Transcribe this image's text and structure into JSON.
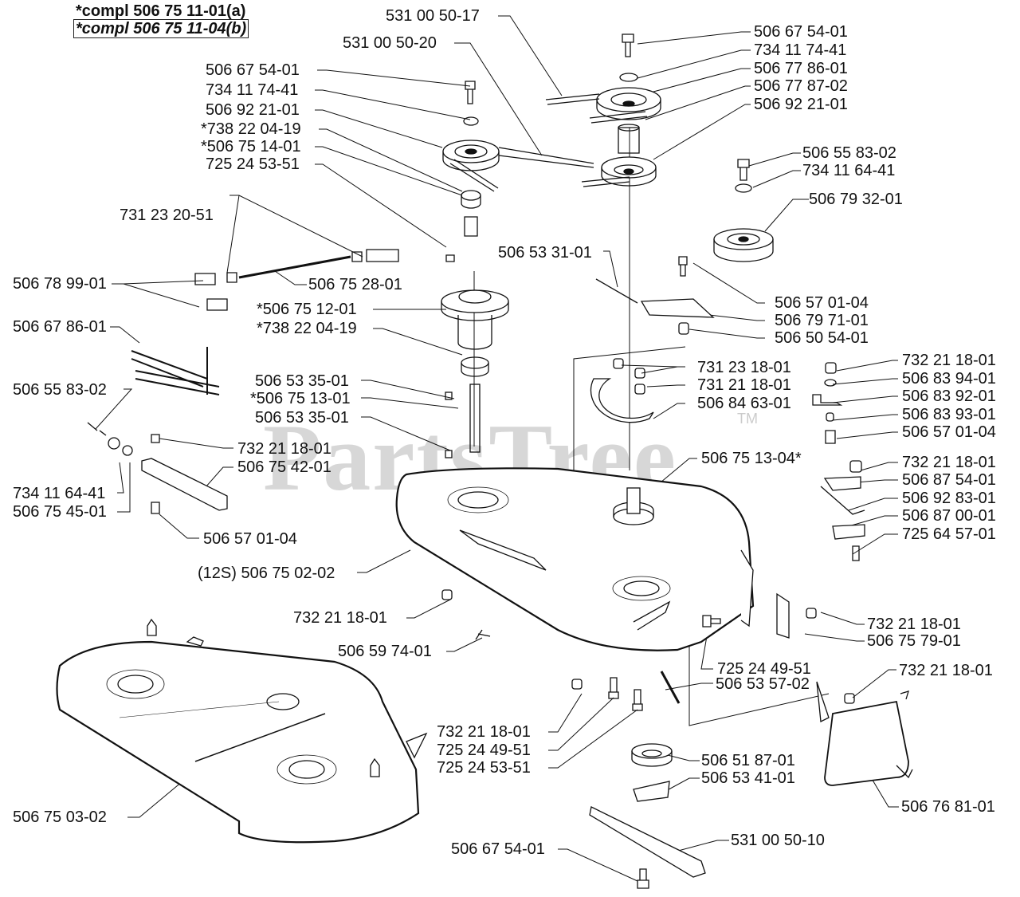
{
  "diagram": {
    "type": "exploded-parts-diagram",
    "title_a": "*compl 506 75 11-01(a)",
    "title_b": "*compl 506 75 11-04(b)",
    "watermark": "PartsTree",
    "watermark_tm": "TM",
    "labels": {
      "l01": "531 00 50-17",
      "l02": "531 00 50-20",
      "l03": "506 67 54-01",
      "l04": "734 11 74-41",
      "l05": "506 92 21-01",
      "l06": "*738 22 04-19",
      "l07": "*506 75 14-01",
      "l08": "725 24 53-51",
      "l09": "506 67 54-01",
      "l10": "734 11 74-41",
      "l11": "506 77 86-01",
      "l12": "506 77 87-02",
      "l13": "506 92 21-01",
      "l14": "506 55 83-02",
      "l15": "734 11 64-41",
      "l16": "506 79 32-01",
      "l17": "731 23 20-51",
      "l18": "506 78 99-01",
      "l19": "506 75 28-01",
      "l20": "506 53 31-01",
      "l21": "*506 75 12-01",
      "l22": "*738 22 04-19",
      "l23": "506 57 01-04",
      "l24": "506 79 71-01",
      "l25": "506 50 54-01",
      "l26": "506 67 86-01",
      "l27": "731 23 18-01",
      "l28": "731 21 18-01",
      "l29": "506 84 63-01",
      "l30": "506 53 35-01",
      "l31": "*506 75 13-01",
      "l32": "506 53 35-01",
      "l33": "506 55 83-02",
      "l34": "732 21 18-01",
      "l35": "506 83 94-01",
      "l36": "506 83 92-01",
      "l37": "506 83 93-01",
      "l38": "506 57 01-04",
      "l39": "732 21 18-01",
      "l40": "506 75 42-01",
      "l41": "734 11 64-41",
      "l42": "506 75 45-01",
      "l43": "506 57 01-04",
      "l44": "506 75 13-04*",
      "l45": "732 21 18-01",
      "l46": "506 87 54-01",
      "l47": "506 92 83-01",
      "l48": "506 87 00-01",
      "l49": "725 64 57-01",
      "l50": "(12S) 506 75 02-02",
      "l51": "732 21 18-01",
      "l52": "732 21 18-01",
      "l53": "506 75 79-01",
      "l54": "506 59 74-01",
      "l55": "725 24 49-51",
      "l56": "506 53 57-02",
      "l57": "732 21 18-01",
      "l58": "732 21 18-01",
      "l59": "725 24 49-51",
      "l60": "725 24 53-51",
      "l61": "506 51 87-01",
      "l62": "506 53 41-01",
      "l63": "506 76 81-01",
      "l64": "506 75 03-02",
      "l65": "506 67 54-01",
      "l66": "531 00 50-10"
    }
  }
}
